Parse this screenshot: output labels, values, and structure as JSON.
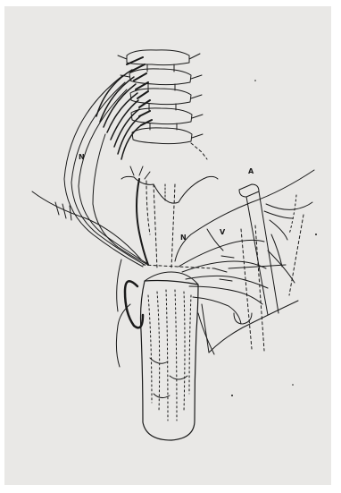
{
  "labels": {
    "n_left": "N",
    "n_center": "N",
    "artery": "A",
    "vein": "V"
  },
  "colors": {
    "paper": "#e9e8e6",
    "ink": "#1a1a1a",
    "border": "#ffffff"
  }
}
